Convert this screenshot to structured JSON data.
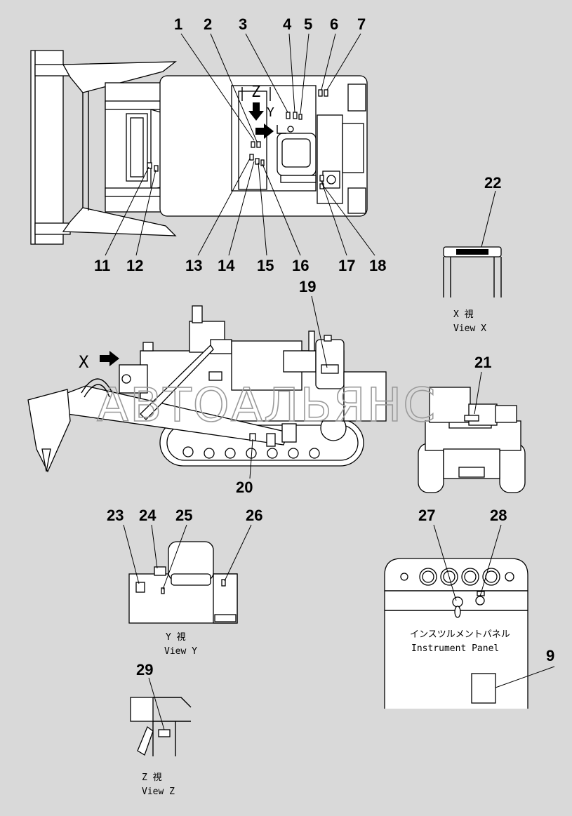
{
  "callouts": {
    "n1": "1",
    "n2": "2",
    "n3": "3",
    "n4": "4",
    "n5": "5",
    "n6": "6",
    "n7": "7",
    "n9": "9",
    "n11": "11",
    "n12": "12",
    "n13": "13",
    "n14": "14",
    "n15": "15",
    "n16": "16",
    "n17": "17",
    "n18": "18",
    "n19": "19",
    "n20": "20",
    "n21": "21",
    "n22": "22",
    "n23": "23",
    "n24": "24",
    "n25": "25",
    "n26": "26",
    "n27": "27",
    "n28": "28",
    "n29": "29"
  },
  "view_letters": {
    "z": "Z",
    "y": "Y",
    "x": "X"
  },
  "captions": {
    "view_x_jp": "X   視",
    "view_x_en": "View X",
    "view_y_jp": "Y   視",
    "view_y_en": "View Y",
    "view_z_jp": "Z   視",
    "view_z_en": "View Z",
    "panel_jp": "インスツルメントパネル",
    "panel_en": "Instrument Panel"
  },
  "watermark": "АВТОАЛЬЯНС",
  "colors": {
    "background": "#d9d9d9",
    "line": "#000000",
    "watermark": "#9a9a9a"
  }
}
